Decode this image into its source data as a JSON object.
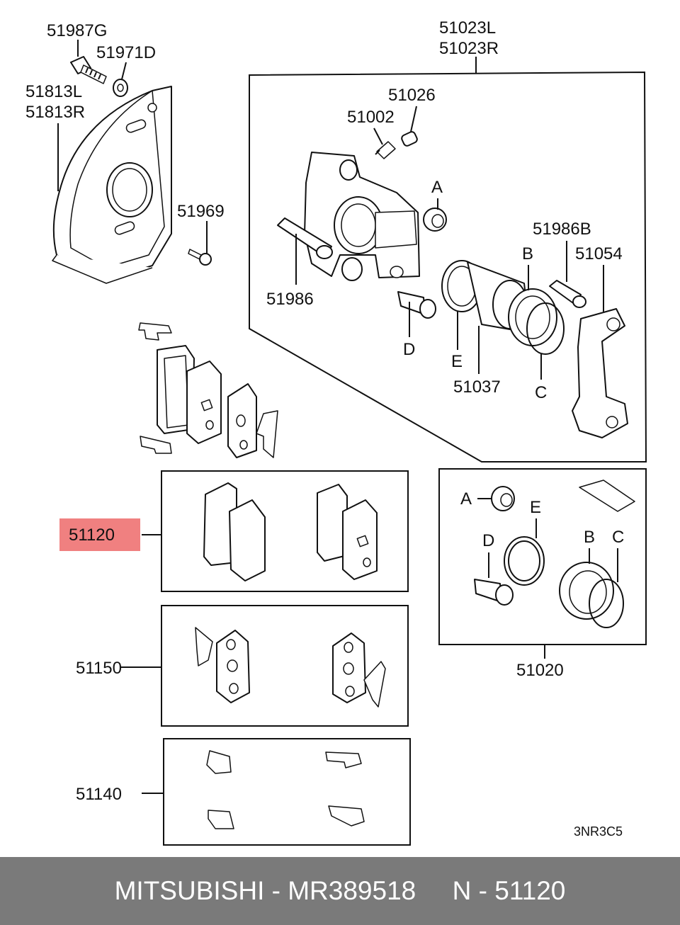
{
  "labels": {
    "p51987G": "51987G",
    "p51971D": "51971D",
    "p51813L": "51813L",
    "p51813R": "51813R",
    "p51969": "51969",
    "p51023L": "51023L",
    "p51023R": "51023R",
    "p51026": "51026",
    "p51002": "51002",
    "A": "A",
    "p51986B": "51986B",
    "B": "B",
    "p51054": "51054",
    "p51986": "51986",
    "D": "D",
    "E": "E",
    "p51037": "51037",
    "C": "C",
    "p51120": "51120",
    "p51150": "51150",
    "p51140": "51140",
    "p51020": "51020",
    "kitA": "A",
    "kitE": "E",
    "kitD": "D",
    "kitB": "B",
    "kitC": "C",
    "code": "3NR3C5"
  },
  "highlight_color": "#f08080",
  "footer": {
    "text": "MITSUBISHI - MR389518     N - 51120"
  }
}
